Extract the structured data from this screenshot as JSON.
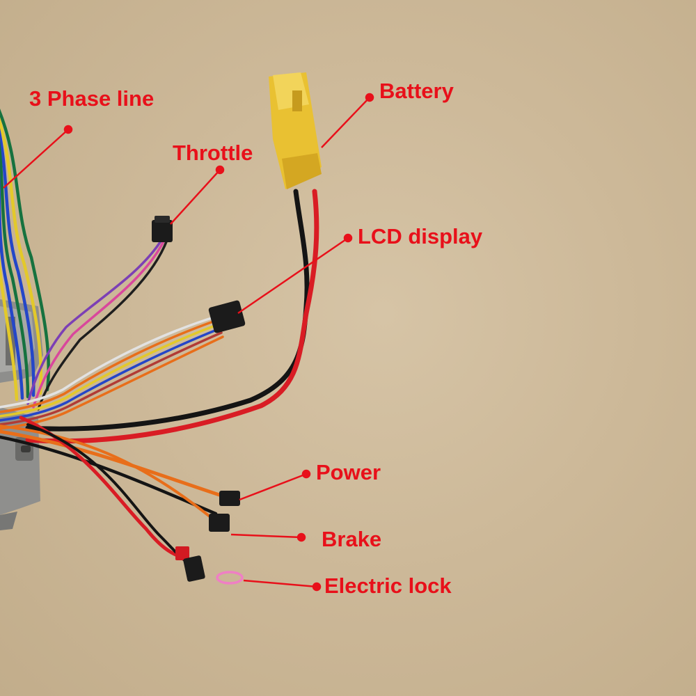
{
  "colors": {
    "label": "#e8101a",
    "background": "#cdb999",
    "connector_yellow": "#e9c132",
    "connector_black": "#1b1b1b",
    "connector_red": "#d21a22",
    "controller_metal": "#9a9a98"
  },
  "labels": {
    "phase": "3 Phase line",
    "throttle": "Throttle",
    "battery": "Battery",
    "lcd": "LCD display",
    "power": "Power",
    "brake": "Brake",
    "lock": "Electric lock"
  }
}
